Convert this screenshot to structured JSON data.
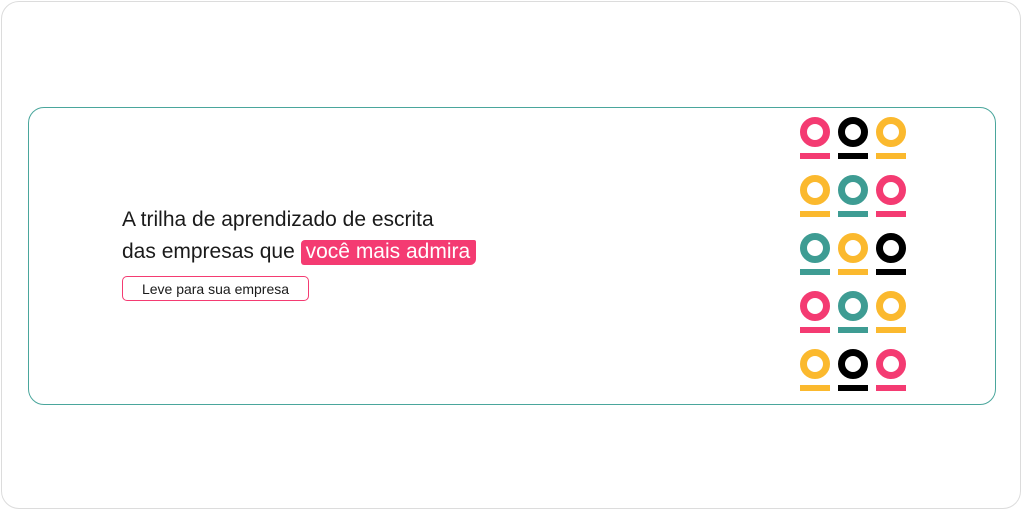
{
  "banner": {
    "headline_line1": "A trilha de aprendizado de escrita",
    "headline_line2": "das empresas que",
    "headline_highlight": "você mais admira",
    "cta_label": "Leve para sua empresa"
  },
  "colors": {
    "pink": "#f43b72",
    "black": "#000000",
    "yellow": "#fbb92e",
    "teal": "#3e9c93"
  },
  "logo_grid": [
    [
      "pink",
      "black",
      "yellow"
    ],
    [
      "yellow",
      "teal",
      "pink"
    ],
    [
      "teal",
      "yellow",
      "black"
    ],
    [
      "pink",
      "teal",
      "yellow"
    ],
    [
      "yellow",
      "black",
      "pink"
    ]
  ]
}
